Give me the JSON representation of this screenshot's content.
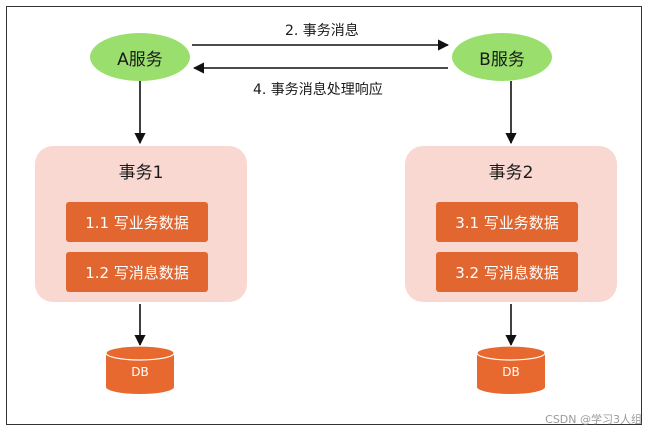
{
  "services": {
    "a": {
      "label": "A服务"
    },
    "b": {
      "label": "B服务"
    }
  },
  "messages": {
    "send": "2. 事务消息",
    "reply": "4. 事务消息处理响应"
  },
  "transactions": [
    {
      "title": "事务1",
      "steps": [
        "1.1 写业务数据",
        "1.2 写消息数据"
      ],
      "db": "DB"
    },
    {
      "title": "事务2",
      "steps": [
        "3.1 写业务数据",
        "3.2 写消息数据"
      ],
      "db": "DB"
    }
  ],
  "watermark": "CSDN @学习3人组",
  "colors": {
    "service_fill": "#9adf6e",
    "transaction_fill": "#f8d8d0",
    "step_fill": "#e2662f",
    "db_fill": "#e8692f",
    "line": "#111111"
  }
}
